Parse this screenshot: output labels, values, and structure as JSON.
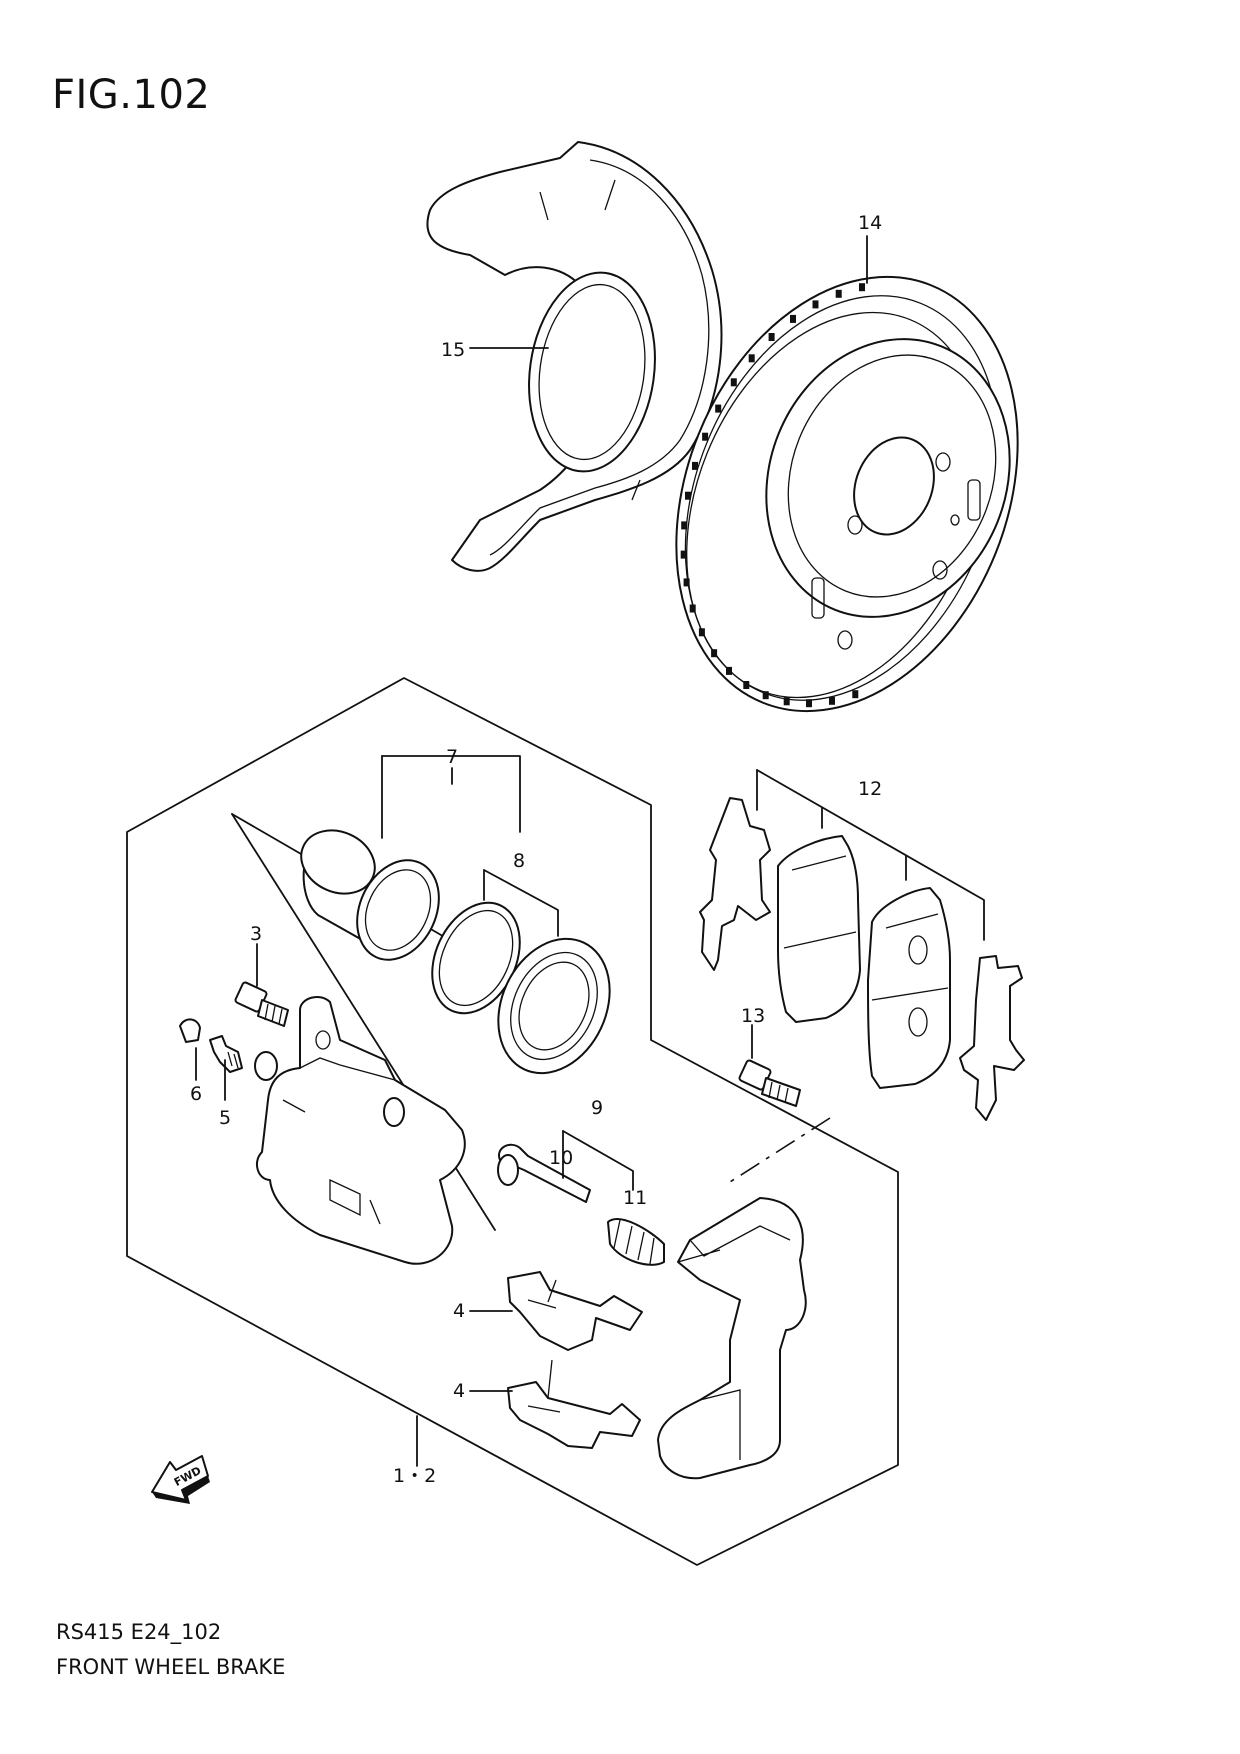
{
  "figure": {
    "title": "FIG.102"
  },
  "footer": {
    "model_code": "RS415 E24_102",
    "section_name": "FRONT WHEEL BRAKE"
  },
  "direction_marker": {
    "label": "FWD",
    "icon": "fwd-arrow-icon"
  },
  "callouts": {
    "c14": "14",
    "c15": "15",
    "c7": "7",
    "c8": "8",
    "c12": "12",
    "c3": "3",
    "c6": "6",
    "c5": "5",
    "c13": "13",
    "c9": "9",
    "c10": "10",
    "c11": "11",
    "c4a": "4",
    "c4b": "4",
    "c12sub": "1・2"
  },
  "parts": [
    {
      "ref": "1・2",
      "name": "caliper-assembly"
    },
    {
      "ref": "3",
      "name": "bolt"
    },
    {
      "ref": "4",
      "name": "pad-spring-clip"
    },
    {
      "ref": "5",
      "name": "bleeder-screw"
    },
    {
      "ref": "6",
      "name": "bleeder-cap"
    },
    {
      "ref": "7",
      "name": "piston"
    },
    {
      "ref": "8",
      "name": "piston-seal"
    },
    {
      "ref": "9",
      "name": "slide-pin-set"
    },
    {
      "ref": "10",
      "name": "slide-pin"
    },
    {
      "ref": "11",
      "name": "pin-boot"
    },
    {
      "ref": "12",
      "name": "brake-pad-set"
    },
    {
      "ref": "13",
      "name": "bracket-bolt"
    },
    {
      "ref": "14",
      "name": "brake-disc"
    },
    {
      "ref": "15",
      "name": "dust-cover"
    }
  ]
}
